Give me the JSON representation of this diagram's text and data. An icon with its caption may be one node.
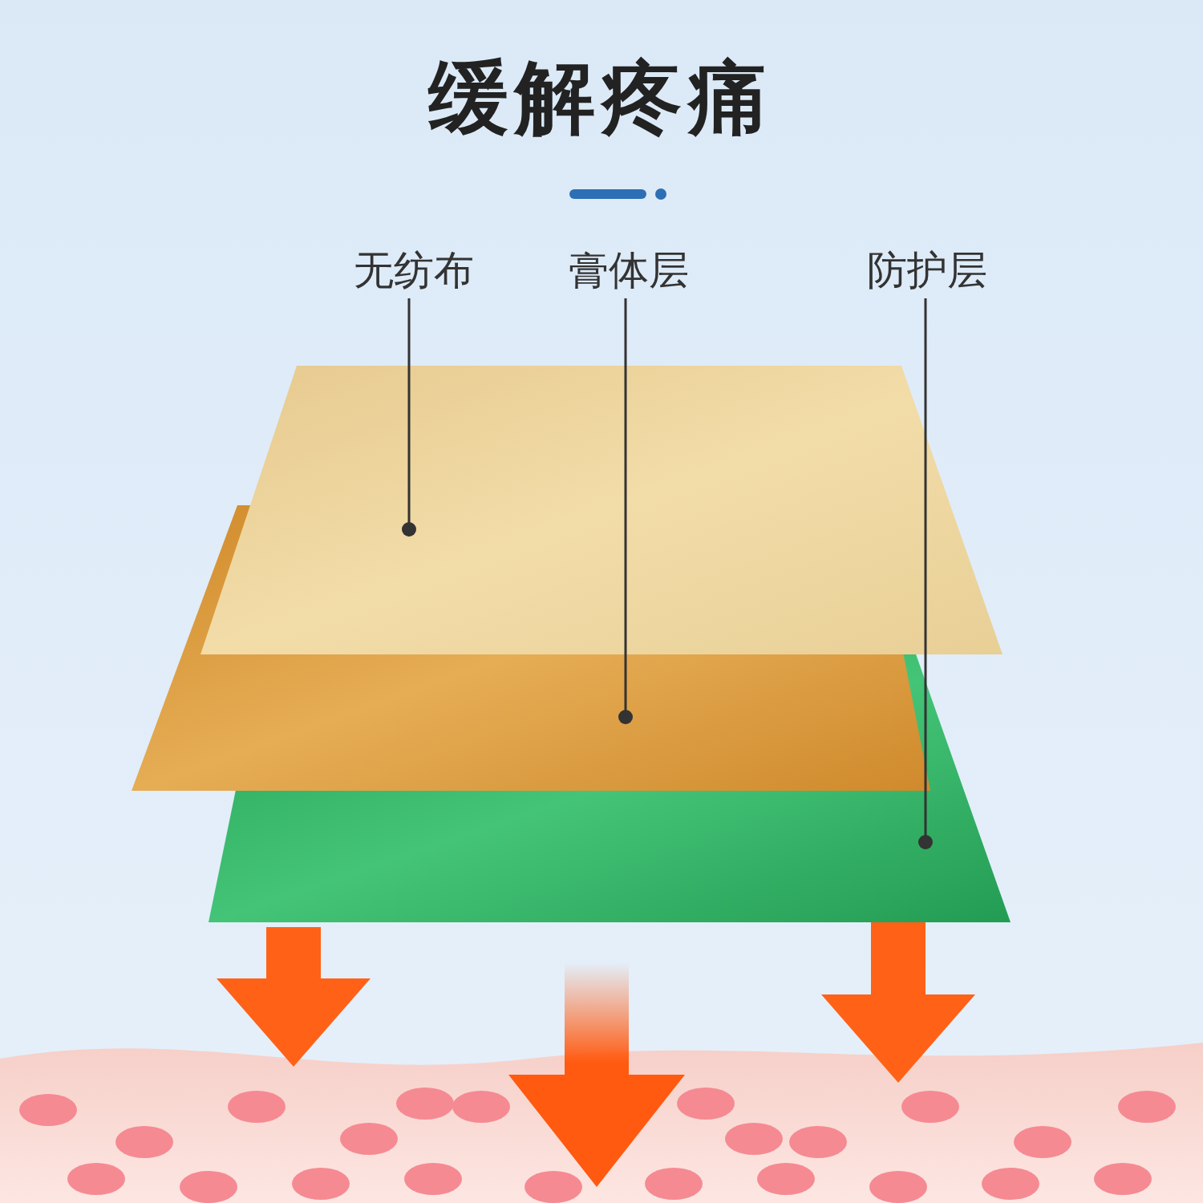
{
  "diagram": {
    "title": "缓解疼痛",
    "nodes": [
      {
        "text": [
          "无纺布"
        ]
      },
      {
        "text": [
          "膏体层"
        ]
      },
      {
        "text": [
          "防护层"
        ]
      },
      {
        "text": [],
        "shape": "box"
      },
      {
        "text": [],
        "shape": "box"
      },
      {
        "text": [],
        "shape": "box"
      }
    ],
    "edges": [
      {
        "from": 0,
        "to": 3,
        "arrow": "other"
      },
      {
        "from": 1,
        "to": 4,
        "arrow": "other"
      },
      {
        "from": 2,
        "to": 5,
        "arrow": "other"
      }
    ]
  }
}
